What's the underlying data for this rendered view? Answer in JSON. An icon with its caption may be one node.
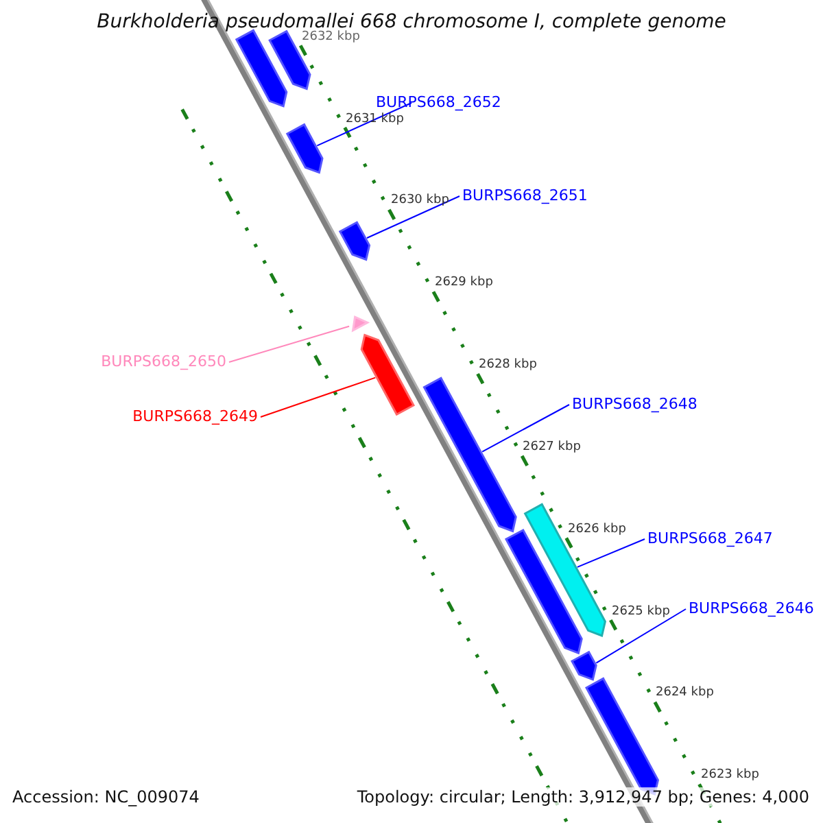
{
  "diagram": {
    "title": "Burkholderia pseudomallei 668 chromosome I, complete genome",
    "nodes": [
      {
        "text": [],
        "shape": "box"
      },
      {
        "text": [],
        "shape": "box"
      },
      {
        "text": [
          "BURPS668_2652"
        ]
      },
      {
        "text": [],
        "shape": "box"
      },
      {
        "text": [
          "BURPS668_2651"
        ]
      },
      {
        "text": [],
        "shape": "box"
      },
      {
        "text": [],
        "shape": "triangle"
      },
      {
        "text": [
          "BURPS668_2650"
        ]
      },
      {
        "text": [],
        "shape": "box"
      },
      {
        "text": [
          "BURPS668_2649"
        ]
      },
      {
        "text": [
          "BURPS668_2648"
        ]
      },
      {
        "text": [],
        "shape": "box"
      },
      {
        "text": [
          "BURPS668_2647"
        ]
      },
      {
        "text": [],
        "shape": "box"
      },
      {
        "text": [
          "BURPS668_2646"
        ]
      },
      {
        "text": [],
        "shape": "box"
      },
      {
        "text": [],
        "shape": "box"
      },
      {
        "text": [],
        "shape": "box"
      }
    ],
    "edges": [
      {
        "from": 2,
        "to": 3,
        "arrow": "none"
      },
      {
        "from": 4,
        "to": 5,
        "arrow": "none"
      },
      {
        "from": 7,
        "to": 6,
        "arrow": "none",
        "color": "#ff88bb"
      },
      {
        "from": 9,
        "to": 8,
        "arrow": "none",
        "color": "#ff0000"
      },
      {
        "from": 10,
        "to": 11,
        "arrow": "none"
      },
      {
        "from": 12,
        "to": 13,
        "arrow": "none"
      },
      {
        "from": 14,
        "to": 16,
        "arrow": "none"
      }
    ],
    "labels": [
      "2632 kbp",
      "2631 kbp",
      "2630 kbp",
      "2629 kbp",
      "2628 kbp",
      "2627 kbp",
      "2626 kbp",
      "2625 kbp",
      "2624 kbp",
      "2623 kbp",
      "Accession: NC_009074",
      "Topology: circular; Length: 3,912,947 bp; Genes: 4,000"
    ]
  }
}
